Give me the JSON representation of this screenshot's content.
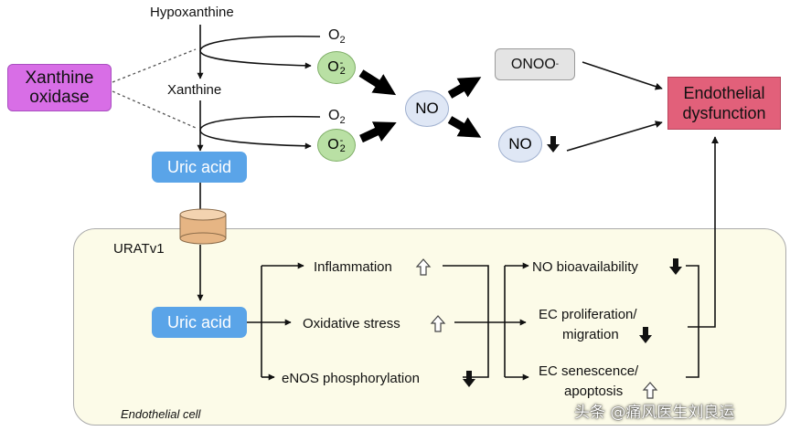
{
  "labels": {
    "hypoxanthine": "Hypoxanthine",
    "xanthine": "Xanthine",
    "xanthine_oxidase": "Xanthine oxidase",
    "o2_top": "O",
    "o2_top_sub": "2",
    "o2_bottom": "O",
    "o2_bottom_sub": "2",
    "superoxide_top": "O",
    "superoxide_top_sub": "2",
    "superoxide_top_sup": "-",
    "superoxide_bottom": "O",
    "superoxide_bottom_sub": "2",
    "superoxide_bottom_sup": "-",
    "no_center": "NO",
    "no_reduced": "NO",
    "onoo": "ONOO",
    "onoo_sup": "-",
    "endothelial_dysfunction": "Endothelial dysfunction",
    "uric_acid_top": "Uric acid",
    "uric_acid_bottom": "Uric acid",
    "uratv1": "URATv1",
    "inflammation": "Inflammation",
    "oxidative_stress": "Oxidative stress",
    "enos": "eNOS phosphorylation",
    "no_bioavailability": "NO bioavailability",
    "ec_proliferation_1": "EC proliferation/",
    "ec_proliferation_2": "migration",
    "ec_senescence_1": "EC senescence/",
    "ec_senescence_2": "apoptosis",
    "endothelial_cell": "Endothelial cell",
    "watermark": "头条 @痛风医生刘良运"
  },
  "colors": {
    "xanthine_oxidase": "#d86ee6",
    "uric_acid": "#5aa4e8",
    "superoxide": "#b9e0a4",
    "no": "#dfe7f5",
    "onoo": "#e4e4e4",
    "endothelial_dysfunction": "#e2607a",
    "cell": "#fcfbe8"
  },
  "icons": {
    "increase": "hollow-up-arrow-icon",
    "decrease": "solid-down-arrow-icon"
  }
}
